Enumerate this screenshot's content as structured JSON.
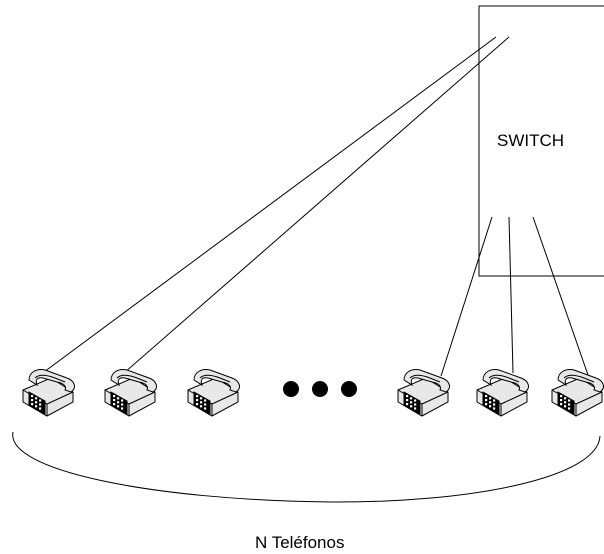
{
  "switch": {
    "label": "SWITCH"
  },
  "caption": "N Teléfonos",
  "phones": [
    {
      "name": "telephone-icon-1"
    },
    {
      "name": "telephone-icon-2"
    },
    {
      "name": "telephone-icon-3"
    },
    {
      "name": "telephone-icon-4"
    },
    {
      "name": "telephone-icon-5"
    },
    {
      "name": "telephone-icon-6"
    }
  ],
  "ellipsis": {
    "icon": "ellipsis-dots-icon"
  },
  "colors": {
    "line": "#000000",
    "background": "#ffffff",
    "phone_body": "#e8e8e8",
    "phone_dark": "#000000"
  }
}
